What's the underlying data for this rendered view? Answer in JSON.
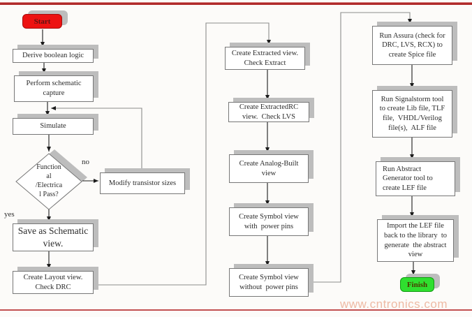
{
  "colors": {
    "start_fill": "#ed1212",
    "start_border": "#a50d0d",
    "start_text": "#5f1414",
    "finish_fill": "#2fdf2f",
    "finish_border": "#0f9a0f",
    "finish_text": "#4a3a00",
    "box_border": "#777777",
    "box_shadow": "#bdbdbd",
    "line_gray": "#8c8c8c",
    "arrow_dark": "#1c1c1c",
    "rule_top": "#b02a2a",
    "rule_bottom": "#c25151",
    "watermark": "#eebaa4",
    "text": "#2b2b2b"
  },
  "flowchart": {
    "nodes": {
      "start": "Start",
      "derive": "Derive boolean logic",
      "perform": "Perform schematic\ncapture",
      "simulate": "Simulate",
      "decision": "Function\nal\n/Electrica\nl Pass?",
      "modify": "Modify transistor sizes",
      "save": "Save as Schematic\nview.",
      "layout": "Create Layout view.\nCheck DRC",
      "extracted": "Create Extracted view.\nCheck Extract",
      "extractedrc": "Create ExtractedRC\nview.  Check LVS",
      "analog": "Create Analog-Built\nview",
      "symbol_with": "Create Symbol view\nwith  power pins",
      "symbol_without": "Create Symbol view\nwithout  power pins",
      "assura": "Run Assura (check for\nDRC, LVS, RCX) to\ncreate Spice file",
      "signalstorm": "Run Signalstorm tool\nto create Lib file, TLF\nfile,  VHDL/Verilog\nfile(s),  ALF file",
      "abstract": "Run Abstract\nGenerator tool to\ncreate LEF file",
      "import": "Import the LEF file\nback to the library  to\ngenerate  the abstract\nview",
      "finish": "Finish"
    },
    "edge_labels": {
      "yes": "yes",
      "no": "no"
    }
  },
  "watermark": {
    "text": "www.cntronics.com"
  }
}
